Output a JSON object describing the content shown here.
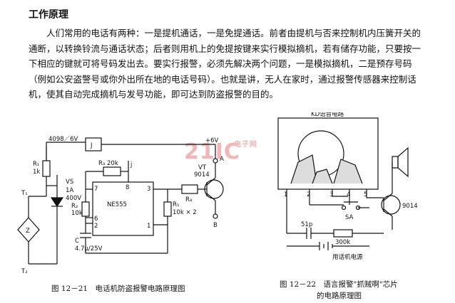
{
  "article": {
    "title": "工作原理",
    "paragraph": "人们常用的电话有两种：一是提机通话，一是免提通话。前者由提机与否来控制机内压簧开关的通断，以转换铃流与通话状态；后者则用机上的免提按键来实行模拟摘机，若有储存功能，只要按一下相应的键就可将号码发出去。要实行报警，必须先解决两个问题，一是模拟摘机，二是预存号码（例如公安盗警号或你外出所在地的电话号码）。也就是讲，无人在家时，通过报警传感器来控制话机，使其自动完成摘机与发号功能，即可达到防盗报警的目的。"
  },
  "watermark": {
    "brand": "21IC",
    "sub": "电子网"
  },
  "figure1": {
    "caption": "图 12－21　电话机防盗报警电路原理图",
    "labels": {
      "ic_4098": "4098／6V",
      "relay": "J",
      "r1": "R₁",
      "r1_val": "1k",
      "vs": "VS",
      "vs_rating": "1A",
      "vs_voltage": "400V",
      "t1": "T₁",
      "t2": "T₂",
      "z": "Z",
      "r3": "R₃ 20k",
      "j": "j",
      "ne555": "NE555",
      "pin8": "8",
      "pin7": "7",
      "pin6": "6",
      "pin2": "2",
      "pin3": "3",
      "pin1": "1",
      "r2": "R₂",
      "r2_val": "10k",
      "c": "C",
      "c_val": "4.7μ/25V",
      "r4": "R₄",
      "rx": "R₅",
      "rx_val": "10k × 2",
      "v6": "+6V",
      "a": "A",
      "vt": "VT",
      "vt_type": "9014",
      "b": "B"
    }
  },
  "figure2": {
    "caption_line1": "图 12－22　语言报警\"抓贼啊\"芯片",
    "caption_line2": "的电路原理图",
    "labels": {
      "kd": "KD语音电路",
      "p1": "1",
      "p2": "2",
      "p3": "3",
      "p4": "4",
      "p5": "5",
      "sa": "SA",
      "c51": "51p",
      "r300": "300k",
      "trans": "9014",
      "power": "用话机电源"
    }
  }
}
